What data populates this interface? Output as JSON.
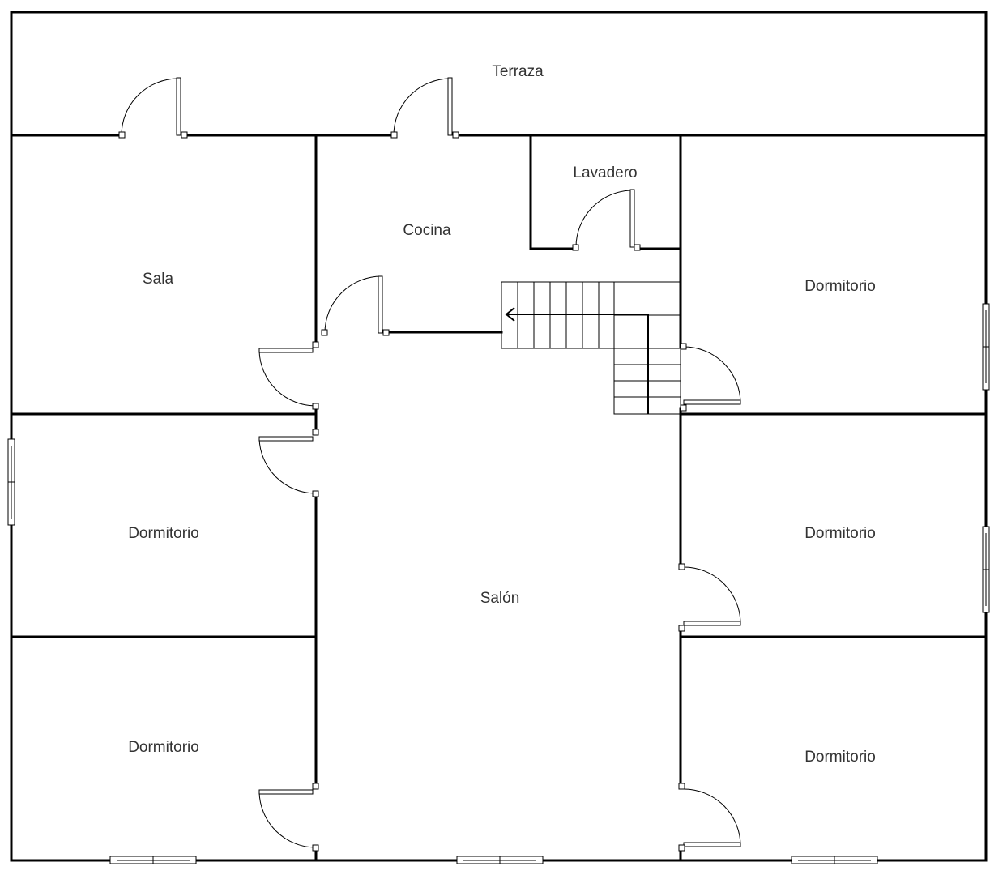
{
  "rooms": {
    "terraza": "Terraza",
    "lavadero": "Lavadero",
    "cocina": "Cocina",
    "sala": "Sala",
    "dormitorio_ne": "Dormitorio",
    "dormitorio_w": "Dormitorio",
    "salon": "Salón",
    "dormitorio_e": "Dormitorio",
    "dormitorio_sw": "Dormitorio",
    "dormitorio_se": "Dormitorio"
  }
}
